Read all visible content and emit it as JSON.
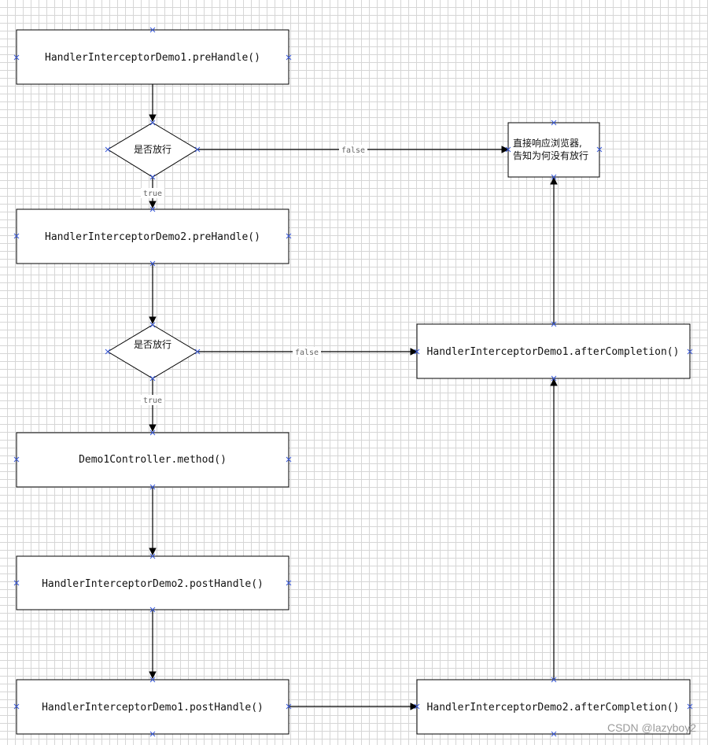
{
  "nodes": {
    "pre1": "HandlerInterceptorDemo1.preHandle()",
    "decision1": "是否放行",
    "pre2": "HandlerInterceptorDemo2.preHandle()",
    "decision2": "是否放行",
    "method": "Demo1Controller.method()",
    "post2": "HandlerInterceptorDemo2.postHandle()",
    "post1": "HandlerInterceptorDemo1.postHandle()",
    "after1": "HandlerInterceptorDemo1.afterCompletion()",
    "after2": "HandlerInterceptorDemo2.afterCompletion()",
    "respond_line1": "直接响应浏览器,",
    "respond_line2": "告知为何没有放行"
  },
  "edge_labels": {
    "d1_true": "true",
    "d1_false": "false",
    "d2_true": "true",
    "d2_false": "false"
  },
  "watermark": "CSDN @lazyboy2"
}
